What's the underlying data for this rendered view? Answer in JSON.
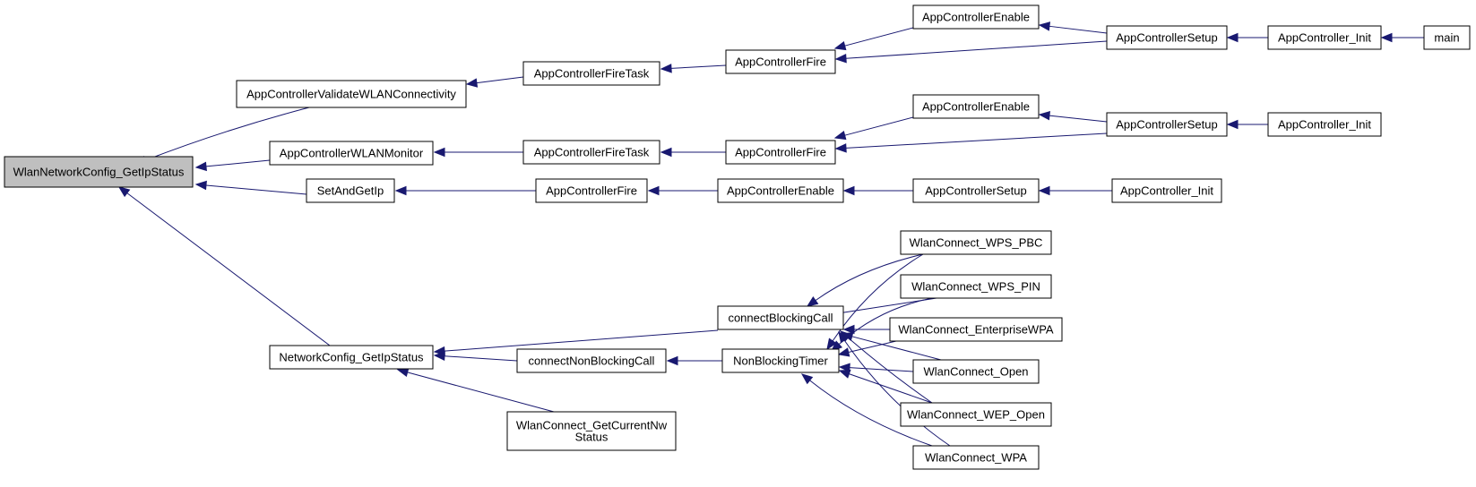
{
  "colors": {
    "edge": "#191970",
    "highlight_fill": "#bfbfbf",
    "node_fill": "#ffffff",
    "node_border": "#000000"
  },
  "nodes": [
    {
      "id": "root",
      "lines": [
        "WlanNetworkConfig_GetIpStatus"
      ],
      "highlight": true
    },
    {
      "id": "validate",
      "lines": [
        "AppControllerValidateWLANConnectivity"
      ]
    },
    {
      "id": "wlanmon",
      "lines": [
        "AppControllerWLANMonitor"
      ]
    },
    {
      "id": "setandgetip",
      "lines": [
        "SetAndGetIp"
      ]
    },
    {
      "id": "netcfg",
      "lines": [
        "NetworkConfig_GetIpStatus"
      ]
    },
    {
      "id": "firetask1",
      "lines": [
        "AppControllerFireTask"
      ]
    },
    {
      "id": "fire1",
      "lines": [
        "AppControllerFire"
      ]
    },
    {
      "id": "enable1",
      "lines": [
        "AppControllerEnable"
      ]
    },
    {
      "id": "setup1",
      "lines": [
        "AppControllerSetup"
      ]
    },
    {
      "id": "init1",
      "lines": [
        "AppController_Init"
      ]
    },
    {
      "id": "main",
      "lines": [
        "main"
      ]
    },
    {
      "id": "firetask2",
      "lines": [
        "AppControllerFireTask"
      ]
    },
    {
      "id": "fire2",
      "lines": [
        "AppControllerFire"
      ]
    },
    {
      "id": "enable2",
      "lines": [
        "AppControllerEnable"
      ]
    },
    {
      "id": "setup2",
      "lines": [
        "AppControllerSetup"
      ]
    },
    {
      "id": "init2",
      "lines": [
        "AppController_Init"
      ]
    },
    {
      "id": "fire3",
      "lines": [
        "AppControllerFire"
      ]
    },
    {
      "id": "enable3",
      "lines": [
        "AppControllerEnable"
      ]
    },
    {
      "id": "setup3",
      "lines": [
        "AppControllerSetup"
      ]
    },
    {
      "id": "init3",
      "lines": [
        "AppController_Init"
      ]
    },
    {
      "id": "blocking",
      "lines": [
        "connectBlockingCall"
      ]
    },
    {
      "id": "nonblockingcall",
      "lines": [
        "connectNonBlockingCall"
      ]
    },
    {
      "id": "getcurrent",
      "lines": [
        "WlanConnect_GetCurrentNw",
        "Status"
      ]
    },
    {
      "id": "timer",
      "lines": [
        "NonBlockingTimer"
      ]
    },
    {
      "id": "wpspbc",
      "lines": [
        "WlanConnect_WPS_PBC"
      ]
    },
    {
      "id": "wpspin",
      "lines": [
        "WlanConnect_WPS_PIN"
      ]
    },
    {
      "id": "enterprise",
      "lines": [
        "WlanConnect_EnterpriseWPA"
      ]
    },
    {
      "id": "open",
      "lines": [
        "WlanConnect_Open"
      ]
    },
    {
      "id": "wepopen",
      "lines": [
        "WlanConnect_WEP_Open"
      ]
    },
    {
      "id": "wpa",
      "lines": [
        "WlanConnect_WPA"
      ]
    }
  ],
  "edges": [
    {
      "from": "validate",
      "to": "root"
    },
    {
      "from": "wlanmon",
      "to": "root"
    },
    {
      "from": "setandgetip",
      "to": "root"
    },
    {
      "from": "netcfg",
      "to": "root"
    },
    {
      "from": "firetask1",
      "to": "validate"
    },
    {
      "from": "fire1",
      "to": "firetask1"
    },
    {
      "from": "enable1",
      "to": "fire1"
    },
    {
      "from": "setup1",
      "to": "fire1"
    },
    {
      "from": "setup1",
      "to": "enable1"
    },
    {
      "from": "init1",
      "to": "setup1"
    },
    {
      "from": "main",
      "to": "init1"
    },
    {
      "from": "firetask2",
      "to": "wlanmon"
    },
    {
      "from": "fire2",
      "to": "firetask2"
    },
    {
      "from": "enable2",
      "to": "fire2"
    },
    {
      "from": "setup2",
      "to": "fire2"
    },
    {
      "from": "setup2",
      "to": "enable2"
    },
    {
      "from": "init2",
      "to": "setup2"
    },
    {
      "from": "fire3",
      "to": "setandgetip"
    },
    {
      "from": "enable3",
      "to": "fire3"
    },
    {
      "from": "setup3",
      "to": "enable3"
    },
    {
      "from": "init3",
      "to": "setup3"
    },
    {
      "from": "blocking",
      "to": "netcfg"
    },
    {
      "from": "nonblockingcall",
      "to": "netcfg"
    },
    {
      "from": "getcurrent",
      "to": "netcfg"
    },
    {
      "from": "timer",
      "to": "nonblockingcall"
    },
    {
      "from": "wpspbc",
      "to": "blocking"
    },
    {
      "from": "wpspin",
      "to": "blocking"
    },
    {
      "from": "enterprise",
      "to": "blocking"
    },
    {
      "from": "open",
      "to": "blocking"
    },
    {
      "from": "wepopen",
      "to": "blocking"
    },
    {
      "from": "wpa",
      "to": "blocking"
    },
    {
      "from": "wpspbc",
      "to": "timer"
    },
    {
      "from": "wpspin",
      "to": "timer"
    },
    {
      "from": "enterprise",
      "to": "timer"
    },
    {
      "from": "open",
      "to": "timer"
    },
    {
      "from": "wepopen",
      "to": "timer"
    },
    {
      "from": "wpa",
      "to": "timer"
    }
  ]
}
